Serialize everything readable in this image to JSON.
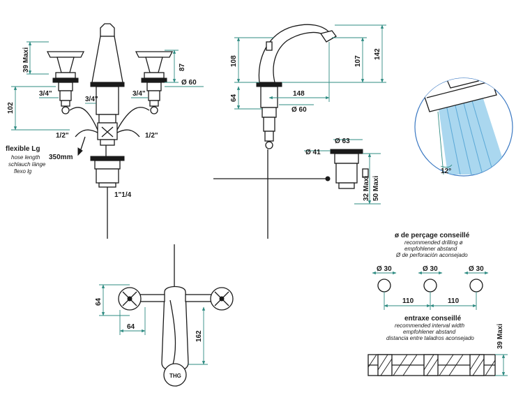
{
  "front_view": {
    "dim_39_maxi": "39 Maxi",
    "dim_102": "102",
    "dim_34_left": "3/4\"",
    "dim_34_center": "3/4\"",
    "dim_34_right": "3/4\"",
    "dim_12_left": "1/2\"",
    "dim_12_right": "1/2\"",
    "dim_87": "87",
    "dim_60": "Ø 60",
    "dim_1_14": "1\"1/4",
    "hose_length": "350mm",
    "flexible_title": "flexible Lg",
    "flexible_en": "hose length",
    "flexible_de": "schlauch länge",
    "flexible_es": "flexo lg"
  },
  "side_view": {
    "dim_108": "108",
    "dim_64": "64",
    "dim_148": "148",
    "dim_60": "Ø 60",
    "dim_107": "107",
    "dim_142": "142",
    "dim_63": "Ø 63",
    "dim_41": "Ø 41",
    "dim_32_maxi": "32 Maxi",
    "dim_50_maxi": "50 Maxi"
  },
  "aerator_detail": {
    "angle": "12°"
  },
  "top_view": {
    "dim_64_vertical": "64",
    "dim_64_horizontal": "64",
    "dim_162": "162",
    "logo": "THG"
  },
  "drilling": {
    "title": "ø de perçage conseillé",
    "en": "recommended drilling ø",
    "de": "empfohlener abstand",
    "es": "Ø de perforación aconsejado",
    "hole_1": "Ø 30",
    "hole_2": "Ø 30",
    "hole_3": "Ø 30",
    "spacing_1": "110",
    "spacing_2": "110"
  },
  "interval": {
    "title": "entraxe conseillé",
    "en": "recommended interval width",
    "de": "empfohlener abstand",
    "es": "distancia entre taladros aconsejado",
    "dim_39_maxi": "39 Maxi"
  },
  "colors": {
    "line": "#1a1a1a",
    "dimension": "#2e8b82",
    "water": "#8ec9ea"
  }
}
